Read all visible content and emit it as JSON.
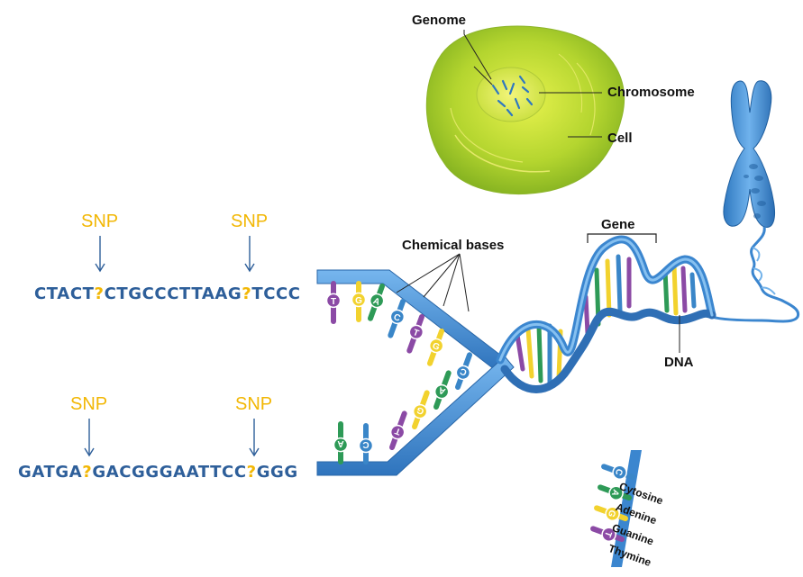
{
  "snp_label": "SNP",
  "sequences": [
    {
      "parts": [
        "CTACT",
        "?",
        "CTGCCCTTAAG",
        "?",
        "TCCC"
      ]
    },
    {
      "parts": [
        "GATGA",
        "?",
        "GACGGGAATTCC",
        "?",
        "GGG"
      ]
    }
  ],
  "labels": {
    "genome": "Genome",
    "chromosome": "Chromosome",
    "cell": "Cell",
    "chemical_bases": "Chemical bases",
    "gene": "Gene",
    "dna": "DNA"
  },
  "legend": [
    {
      "name": "Cytosine",
      "letter": "C",
      "color": "#3a86c8"
    },
    {
      "name": "Adenine",
      "letter": "A",
      "color": "#2e9a57"
    },
    {
      "name": "Guanine",
      "letter": "G",
      "color": "#f2d22e"
    },
    {
      "name": "Thymine",
      "letter": "T",
      "color": "#8b4aa5"
    }
  ],
  "colors": {
    "backbone": "#4a8fd0",
    "snp": "#f2b705",
    "sequence": "#2e5f9a",
    "cell_outer": "#a6cf2c",
    "cell_nucleus": "#d7e84a"
  }
}
